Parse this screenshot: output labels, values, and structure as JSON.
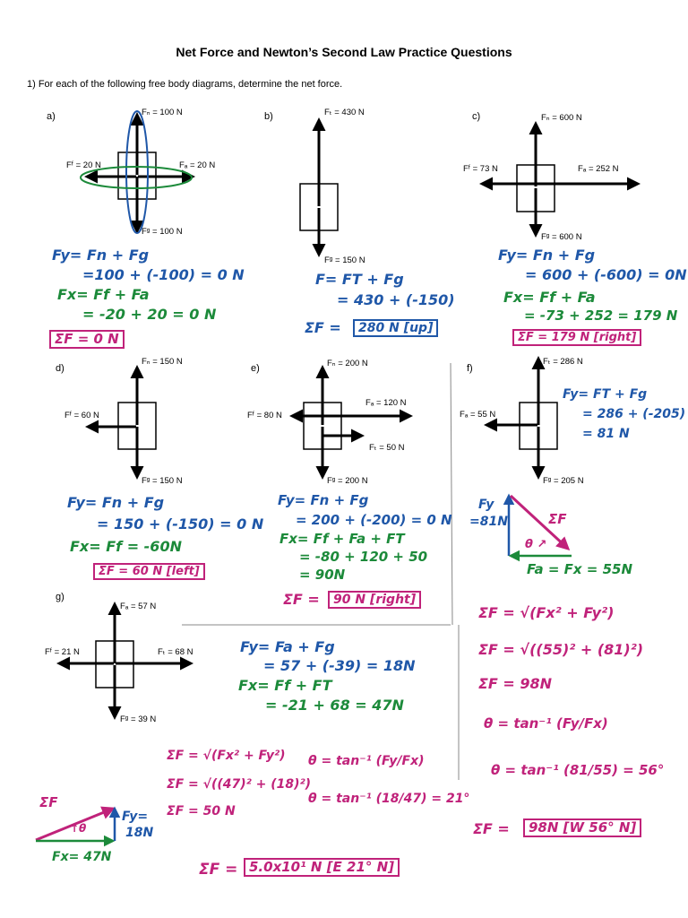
{
  "title": "Net Force and Newton’s Second Law Practice Questions",
  "question": "1) For each of the following free body diagrams, determine the net force.",
  "diagrams": {
    "a": {
      "label": "a)",
      "top": "Fₙ = 100 N",
      "bottom": "Fᵍ = 100 N",
      "left": "Fᶠ = 20 N",
      "right": "Fₐ = 20 N"
    },
    "b": {
      "label": "b)",
      "top": "Fₜ = 430 N",
      "bottom": "Fᵍ = 150 N"
    },
    "c": {
      "label": "c)",
      "top": "Fₙ = 600 N",
      "bottom": "Fᵍ = 600 N",
      "left": "Fᶠ = 73 N",
      "right": "Fₐ = 252 N"
    },
    "d": {
      "label": "d)",
      "top": "Fₙ = 150 N",
      "bottom": "Fᵍ = 150 N",
      "left": "Fᶠ = 60 N"
    },
    "e": {
      "label": "e)",
      "top": "Fₙ = 200 N",
      "bottom": "Fᵍ = 200 N",
      "left": "Fᶠ = 80 N",
      "right": "Fₐ = 120 N",
      "right2": "Fₜ = 50 N"
    },
    "f": {
      "label": "f)",
      "top": "Fₜ = 286 N",
      "bottom": "Fᵍ = 205 N",
      "left": "Fₐ = 55 N"
    },
    "g": {
      "label": "g)",
      "top": "Fₐ = 57 N",
      "bottom": "Fᵍ = 39 N",
      "left": "Fᶠ = 21 N",
      "right": "Fₜ = 68 N"
    }
  },
  "work": {
    "a": {
      "fy1": "Fy= Fn + Fg",
      "fy2": "=100 + (-100) = 0 N",
      "fx1": "Fx= Ff + Fa",
      "fx2": "= -20 + 20 = 0 N",
      "net": "ΣF = 0 N"
    },
    "b": {
      "f1": "F= FT + Fg",
      "f2": "= 430 + (-150)",
      "net_pre": "ΣF =",
      "net": "280 N [up]"
    },
    "c": {
      "fy1": "Fy= Fn + Fg",
      "fy2": "= 600 + (-600) = 0N",
      "fx1": "Fx= Ff + Fa",
      "fx2": "= -73 + 252 = 179 N",
      "net": "ΣF = 179 N [right]"
    },
    "d": {
      "fy1": "Fy= Fn + Fg",
      "fy2": "= 150 + (-150) = 0 N",
      "fx1": "Fx= Ff = -60N",
      "net": "ΣF = 60 N [left]"
    },
    "e": {
      "fy1": "Fy= Fn + Fg",
      "fy2": "= 200 + (-200) = 0 N",
      "fx1": "Fx= Ff + Fa + FT",
      "fx2": "= -80 + 120 + 50",
      "fx3": "= 90N",
      "net_pre": "ΣF =",
      "net": "90 N [right]"
    },
    "f": {
      "fy1": "Fy= FT + Fg",
      "fy2": "= 286 + (-205)",
      "fy3": "= 81 N",
      "tri_fy": "Fy",
      "tri_fy2": "=81N",
      "tri_sf": "ΣF",
      "tri_theta": "θ ↗",
      "tri_fa": "Fa = Fx = 55N",
      "m1": "ΣF = √(Fx² + Fy²)",
      "m2": "ΣF = √((55)² + (81)²)",
      "m3": "ΣF = 98N",
      "t1": "θ = tan⁻¹ (Fy/Fx)",
      "t2": "θ = tan⁻¹ (81/55) = 56°",
      "net_pre": "ΣF =",
      "net": "98N [W 56° N]"
    },
    "g": {
      "fy1": "Fy= Fa + Fg",
      "fy2": "= 57 + (-39) = 18N",
      "fx1": "Fx= Ff + FT",
      "fx2": "= -21 + 68 = 47N",
      "m1": "ΣF = √(Fx² + Fy²)",
      "m2": "ΣF = √((47)² + (18)²)",
      "m3": "ΣF = 50 N",
      "t1": "θ = tan⁻¹ (Fy/Fx)",
      "t2": "θ = tan⁻¹ (18/47) = 21°",
      "tri_sf": "ΣF",
      "tri_theta": "↑θ",
      "tri_fy": "Fy=",
      "tri_fy2": "18N",
      "tri_fx": "Fx= 47N",
      "net_pre": "ΣF =",
      "net": "5.0x10¹ N [E 21° N]"
    }
  }
}
